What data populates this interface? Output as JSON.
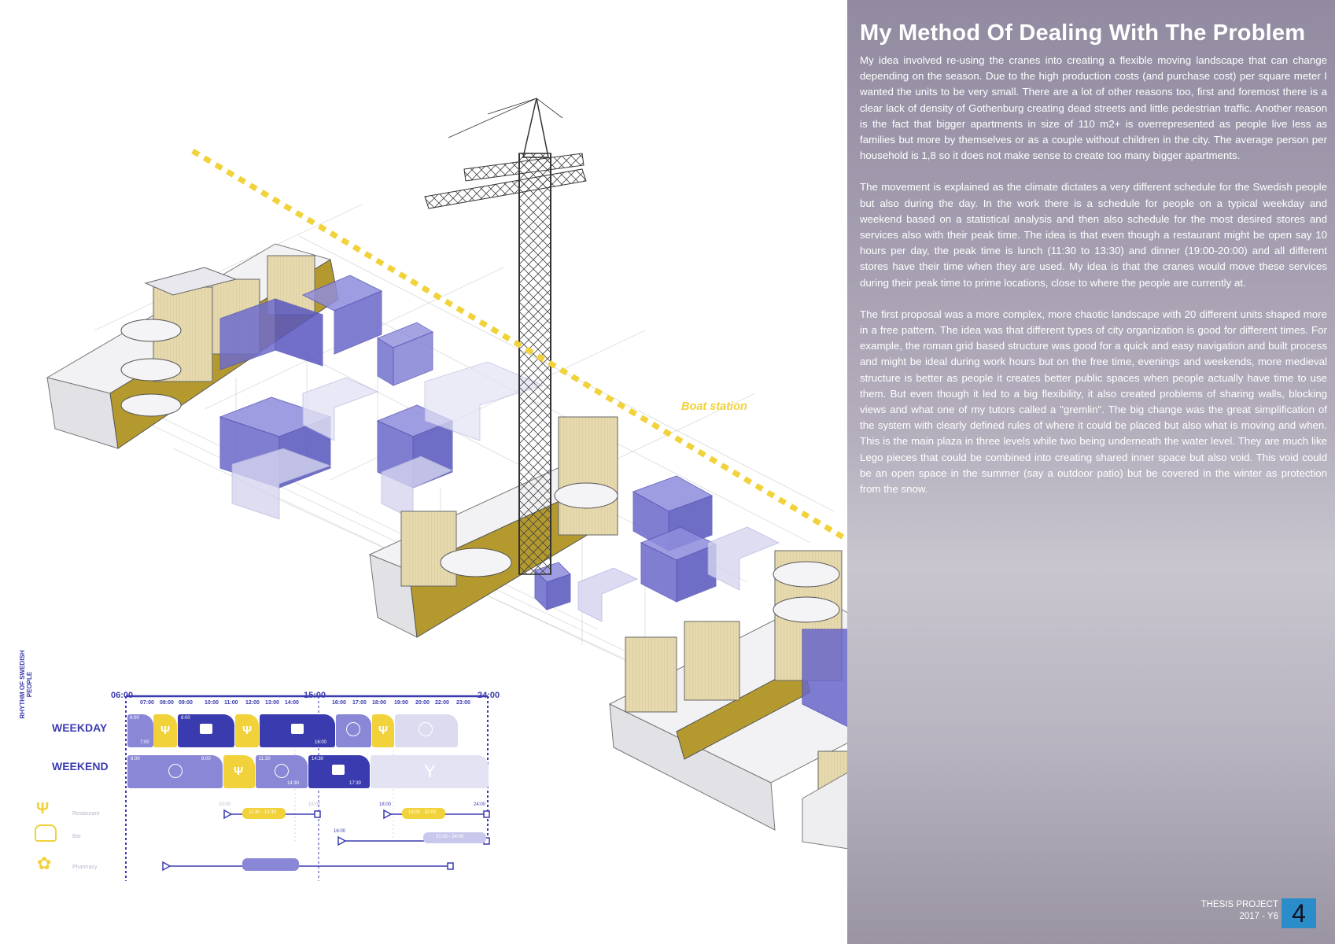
{
  "panel": {
    "title": "My Method Of Dealing With The Problem",
    "paragraphs": [
      "My idea involved re-using the cranes into creating a flexible moving landscape that can change depending on the season. Due to the high production costs (and purchase cost) per square meter I wanted the units to be very small. There are a lot of other reasons too, first and foremost there is a clear lack of density of Gothenburg creating dead streets and little pedestrian traffic. Another reason is the fact that bigger apartments in size of 110 m2+ is overrepresented as people live less as families but more by themselves or as a couple without children in the city. The average person per household is 1,8 so it does not make sense to create too many bigger apartments.",
      "The movement is explained as the climate dictates a very different schedule for the Swedish people but also during the day. In the work there is a schedule for people on a typical weekday and weekend based on a statistical analysis and then also schedule for the most desired stores and services also with their peak time. The idea is that even though a restaurant might be open say 10 hours per day, the peak time is lunch (11:30 to 13:30) and dinner (19:00-20:00) and all different stores have their time when they are used. My idea is that the cranes would move these services during their peak time to prime locations, close to where the people are currently at.",
      "The first proposal was a more complex, more chaotic landscape with 20 different units shaped more in a free pattern. The idea was that different types of city organization is good for different times. For example, the roman grid based structure was good for a quick and easy navigation and built process and might be ideal during work hours but on the free time, evenings and weekends, more medieval structure is better as people it creates better public spaces when people actually have time to use them. But even though it led to a big flexibility, it also created problems of sharing walls, blocking views and what one of my tutors called a \"gremlin\". The big change was the great simplification of the system with clearly defined rules of where it could be placed but also what is moving and when. This is the main plaza in three levels while two being underneath the water level. They are much like Lego pieces that could be combined into creating shared inner space but also void. This void could be an open space in the summer (say a outdoor patio) but be covered in the winter as protection from the snow."
    ]
  },
  "drawing": {
    "boat_station_label": "Boat station"
  },
  "schedule": {
    "major_times": [
      "06:00",
      "15:00",
      "24:00"
    ],
    "minor_times": [
      "07:00",
      "08:00",
      "09:00",
      "10:00",
      "11:00",
      "12:00",
      "13:00",
      "14:00",
      "16:00",
      "17:00",
      "18:00",
      "19:00",
      "20:00",
      "22:00",
      "23:00"
    ],
    "side_label": "RHYTHM OF SWEDISH PEOPLE",
    "weekday_label": "WEEKDAY",
    "weekend_label": "WEEKEND",
    "weekday_times": [
      "6:00",
      "7:00",
      "8:00",
      "16:00"
    ],
    "weekend_times": [
      "6:00",
      "9:00",
      "11:30",
      "14:30",
      "14:30",
      "17:30"
    ],
    "legend": [
      {
        "label": "Restaurant",
        "icon": "fork-knife-icon"
      },
      {
        "label": "Bar",
        "icon": "glasses-icon"
      },
      {
        "label": "Pharmacy",
        "icon": "flower-icon"
      }
    ],
    "restaurant_bars": [
      "11:30 - 13:30",
      "19:00 - 20:00"
    ],
    "restaurant_times": [
      "10:00",
      "15:00",
      "18:00",
      "24:00"
    ],
    "bar_bars": [
      "21:00 - 24:00"
    ],
    "bar_times": [
      "16:00"
    ],
    "colors": {
      "navy": "#3b3bb0",
      "lavender": "#8a88d6",
      "yellow": "#f1d23a",
      "pale": "#dcdbf0"
    }
  },
  "footer": {
    "project": "THESIS PROJECT",
    "year": "2017 - Y6",
    "page": "4"
  }
}
